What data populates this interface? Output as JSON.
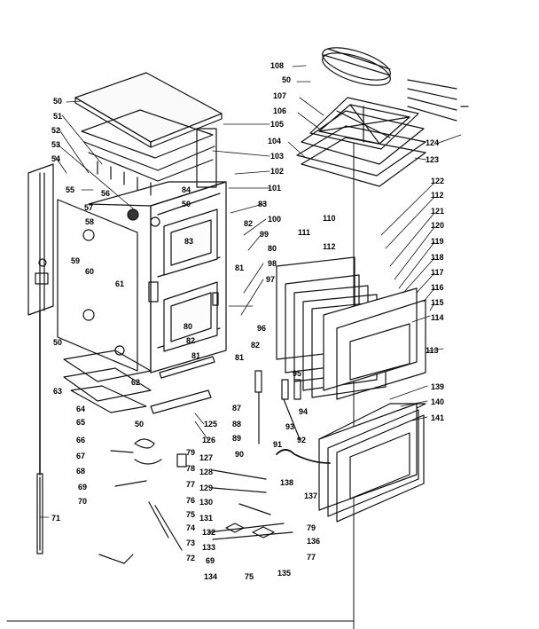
{
  "diagram": {
    "part_labels": [
      "50",
      "51",
      "52",
      "53",
      "54",
      "55",
      "56",
      "57",
      "58",
      "59",
      "60",
      "50",
      "61",
      "62",
      "63",
      "64",
      "65",
      "50",
      "66",
      "67",
      "68",
      "69",
      "70",
      "71",
      "72",
      "73",
      "74",
      "75",
      "76",
      "77",
      "78",
      "79",
      "80",
      "81",
      "82",
      "83",
      "84",
      "50",
      "82",
      "81",
      "83",
      "100",
      "99",
      "80",
      "98",
      "97",
      "96",
      "82",
      "81",
      "101",
      "102",
      "103",
      "104",
      "105",
      "106",
      "107",
      "50",
      "108",
      "123",
      "124",
      "122",
      "112",
      "121",
      "120",
      "119",
      "118",
      "117",
      "116",
      "115",
      "114",
      "113",
      "110",
      "111",
      "112",
      "95",
      "94",
      "93",
      "92",
      "91",
      "90",
      "89",
      "88",
      "87",
      "125",
      "126",
      "127",
      "128",
      "129",
      "130",
      "131",
      "132",
      "133",
      "69",
      "134",
      "75",
      "135",
      "77",
      "136",
      "79",
      "137",
      "138",
      "139",
      "140",
      "141"
    ]
  }
}
